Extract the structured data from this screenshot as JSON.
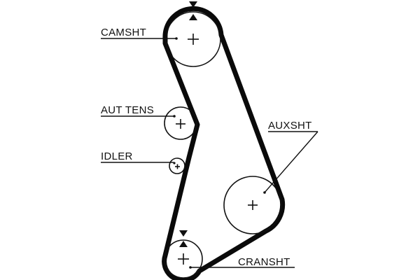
{
  "diagram": {
    "type": "timing-belt-routing",
    "colors": {
      "line": "#111111",
      "background": "#ffffff"
    },
    "pulleys": [
      {
        "id": "camsht",
        "label": "CAMSHT",
        "has_timing_mark": true
      },
      {
        "id": "aut_tens",
        "label": "AUT TENS",
        "has_timing_mark": false
      },
      {
        "id": "idler",
        "label": "IDLER",
        "has_timing_mark": false
      },
      {
        "id": "auxsht",
        "label": "AUXSHT",
        "has_timing_mark": false
      },
      {
        "id": "cransht",
        "label": "CRANSHT",
        "has_timing_mark": true
      }
    ]
  }
}
